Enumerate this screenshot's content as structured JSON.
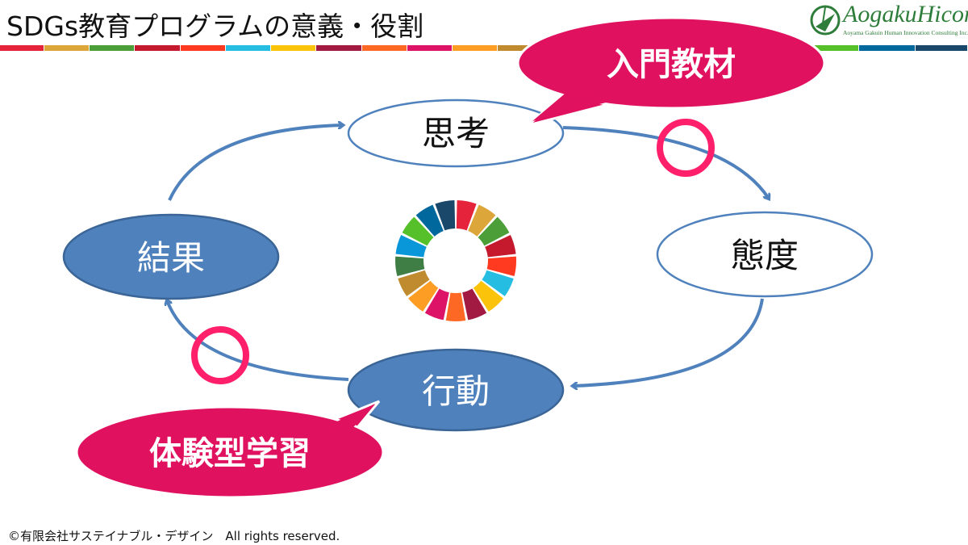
{
  "header": {
    "title": "SDGs教育プログラムの意義・役割"
  },
  "logo": {
    "name": "AogakuHicon",
    "subtitle": "Aoyama Gakuin Human Innovation Consulting Inc."
  },
  "stripe_colors": [
    "#E5243B",
    "#DDA63A",
    "#4C9F38",
    "#C5192D",
    "#FF3A21",
    "#26BDE2",
    "#FCC30B",
    "#A21942",
    "#FD6925",
    "#DD1367",
    "#FD9D24",
    "#BF8B2E",
    "#3F7E44",
    "#0A97D9",
    "#56C02B",
    "#00689D",
    "#19486A"
  ],
  "cycle": {
    "nodes": [
      {
        "label": "思考",
        "style": "outline"
      },
      {
        "label": "態度",
        "style": "outline"
      },
      {
        "label": "行動",
        "style": "filled"
      },
      {
        "label": "結果",
        "style": "filled"
      }
    ],
    "callouts": [
      {
        "label": "入門教材"
      },
      {
        "label": "体験型学習"
      }
    ]
  },
  "colors": {
    "node_blue": "#4F81BD",
    "node_border": "#3A6596",
    "callout": "#E0115F",
    "marker": "#FF1F6B"
  },
  "footer": {
    "copyright": "©有限会社サステイナブル・デザイン　All rights reserved."
  }
}
